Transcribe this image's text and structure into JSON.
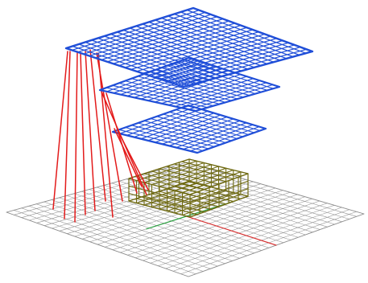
{
  "viewport": {
    "view": "perspective",
    "background_color": "#ffffff"
  },
  "colors": {
    "construction_grid": "#8f8f8f",
    "world_axis_x": "#d93a3a",
    "world_axis_y": "#2ea043",
    "layer_grid": "#1f4ed8",
    "truss_lines": "#e31b1b",
    "box_frame": "#6f6a12"
  },
  "objects": {
    "layer_grids": [
      "top-layer-grid",
      "middle-layer-grid",
      "bottom-layer-grid"
    ],
    "grid_divisions": 20,
    "truss_line_count": 8,
    "box_cells": [
      8,
      6,
      3
    ]
  }
}
